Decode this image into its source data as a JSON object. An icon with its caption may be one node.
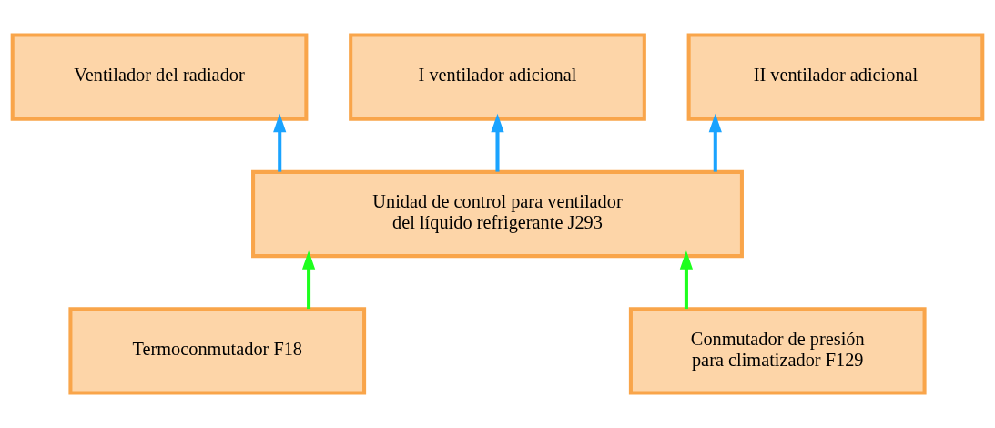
{
  "diagram": {
    "nodes": [
      {
        "text": [
          "Ventilador del radiador"
        ]
      },
      {
        "text": [
          "I ventilador adicional"
        ]
      },
      {
        "text": [
          "II ventilador adicional"
        ]
      },
      {
        "text": [
          "Unidad de control para ventilador del líquido refrigerante J293"
        ]
      },
      {
        "text": [
          "Termoconmutador F18"
        ]
      },
      {
        "text": [
          "Conmutador de presión para climatizador F129"
        ]
      }
    ],
    "edges": [
      {
        "from": 3,
        "to": 0,
        "arrow": "to"
      },
      {
        "from": 3,
        "to": 1,
        "arrow": "to"
      },
      {
        "from": 3,
        "to": 2,
        "arrow": "to"
      },
      {
        "from": 4,
        "to": 3,
        "arrow": "to",
        "color": "#1eff1e"
      },
      {
        "from": 5,
        "to": 3,
        "arrow": "to",
        "color": "#1eff1e"
      }
    ]
  }
}
